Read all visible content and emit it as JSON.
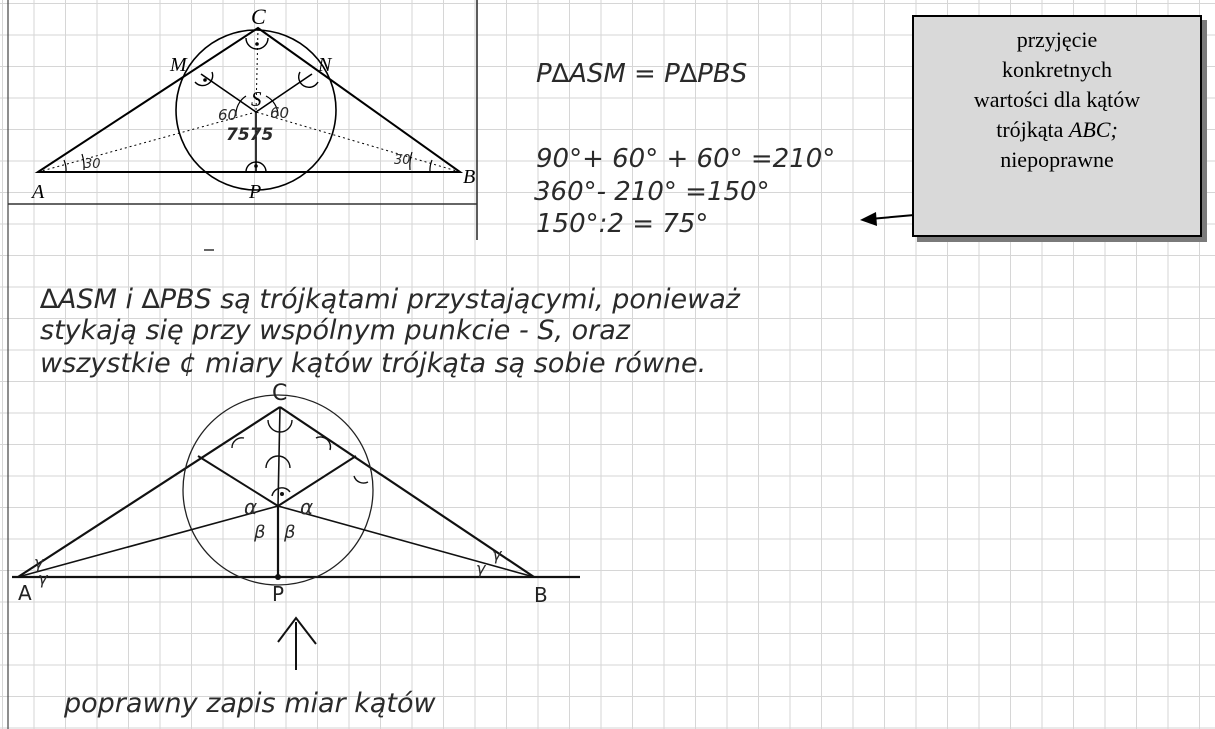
{
  "figure_top": {
    "labels": {
      "C": "C",
      "M": "M",
      "N": "N",
      "S": "S",
      "A": "A",
      "B": "B",
      "P": "P"
    },
    "angle_marks": {
      "sixty_left": "60",
      "sixty_right": "60",
      "seventy_five": "7575",
      "thirty": "30"
    }
  },
  "equations": {
    "line1": "P∆ASM = P∆PBS",
    "line2": "90°+ 60° + 60° =210°",
    "line3": "360°- 210° =150°",
    "line4": "150°:2 = 75°"
  },
  "comment_box": {
    "line1": "przyjęcie",
    "line2": "konkretnych",
    "line3": "wartości dla kątów",
    "line4_plain": "trójkąta ",
    "line4_italic": "ABC;",
    "line5": "niepoprawne"
  },
  "paragraph": {
    "line1": "∆ASM  i  ∆PBS  są  trójkątami  przystającymi, ponieważ",
    "line2": "stykają  się   przy   wspólnym   punkcie - S, oraz",
    "line3": "wszystkie  ¢  miary   kątów   trójkąta   są  sobie  równe."
  },
  "figure_bottom": {
    "labels": {
      "C": "C",
      "A": "A",
      "B": "B",
      "P": "P"
    },
    "angle_marks": {
      "alpha_left": "α",
      "alpha_right": "α",
      "beta_left": "β",
      "beta_right": "β",
      "gamma": "γ"
    }
  },
  "caption": "poprawny  zapis  miar  kątów"
}
